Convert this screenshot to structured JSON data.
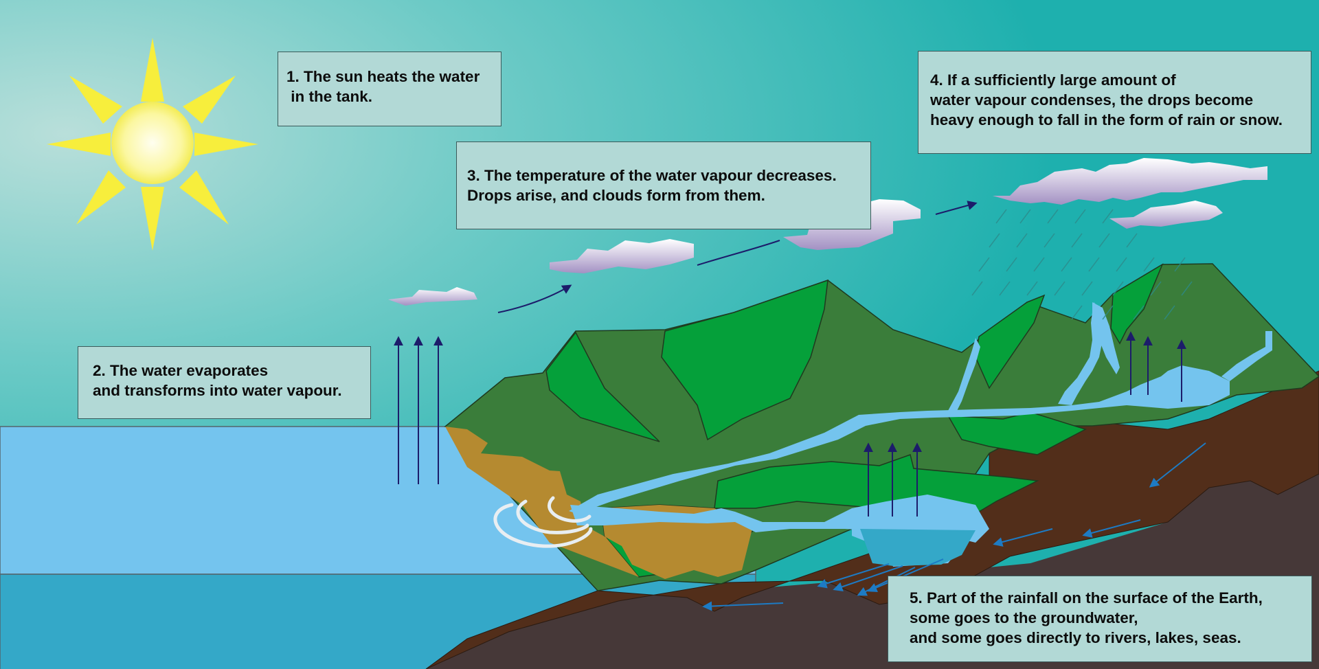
{
  "callouts": [
    {
      "id": "step-1",
      "lines": [
        "1. The sun heats the water",
        " in the tank."
      ]
    },
    {
      "id": "step-2",
      "lines": [
        "2. The water evaporates",
        "and transforms into water vapour."
      ]
    },
    {
      "id": "step-3",
      "lines": [
        "3. The temperature of the water vapour decreases.",
        "Drops arise, and clouds form from them."
      ]
    },
    {
      "id": "step-4",
      "lines": [
        "4. If a sufficiently large amount of",
        "water vapour condenses, the drops become",
        "heavy enough to fall in the form of rain or snow."
      ]
    },
    {
      "id": "step-5",
      "lines": [
        "5. Part of the rainfall on the surface of the Earth,",
        "some goes to the groundwater,",
        "and some goes directly to rivers, lakes, seas."
      ]
    }
  ],
  "colors": {
    "sky": "#2ab5b5",
    "sun": "#f7ee3c",
    "sea_surface": "#74c4ee",
    "sea_deep": "#34a8c8",
    "land_dark": "#3a7d3a",
    "land_light": "#05a03a",
    "soil": "#522e1a",
    "bedrock": "#463838",
    "sand": "#b58a30",
    "water_vapour_arrow": "#1c1c6a",
    "groundwater_arrow": "#1d7bc4",
    "callout_fill": "#b2d9d6"
  }
}
